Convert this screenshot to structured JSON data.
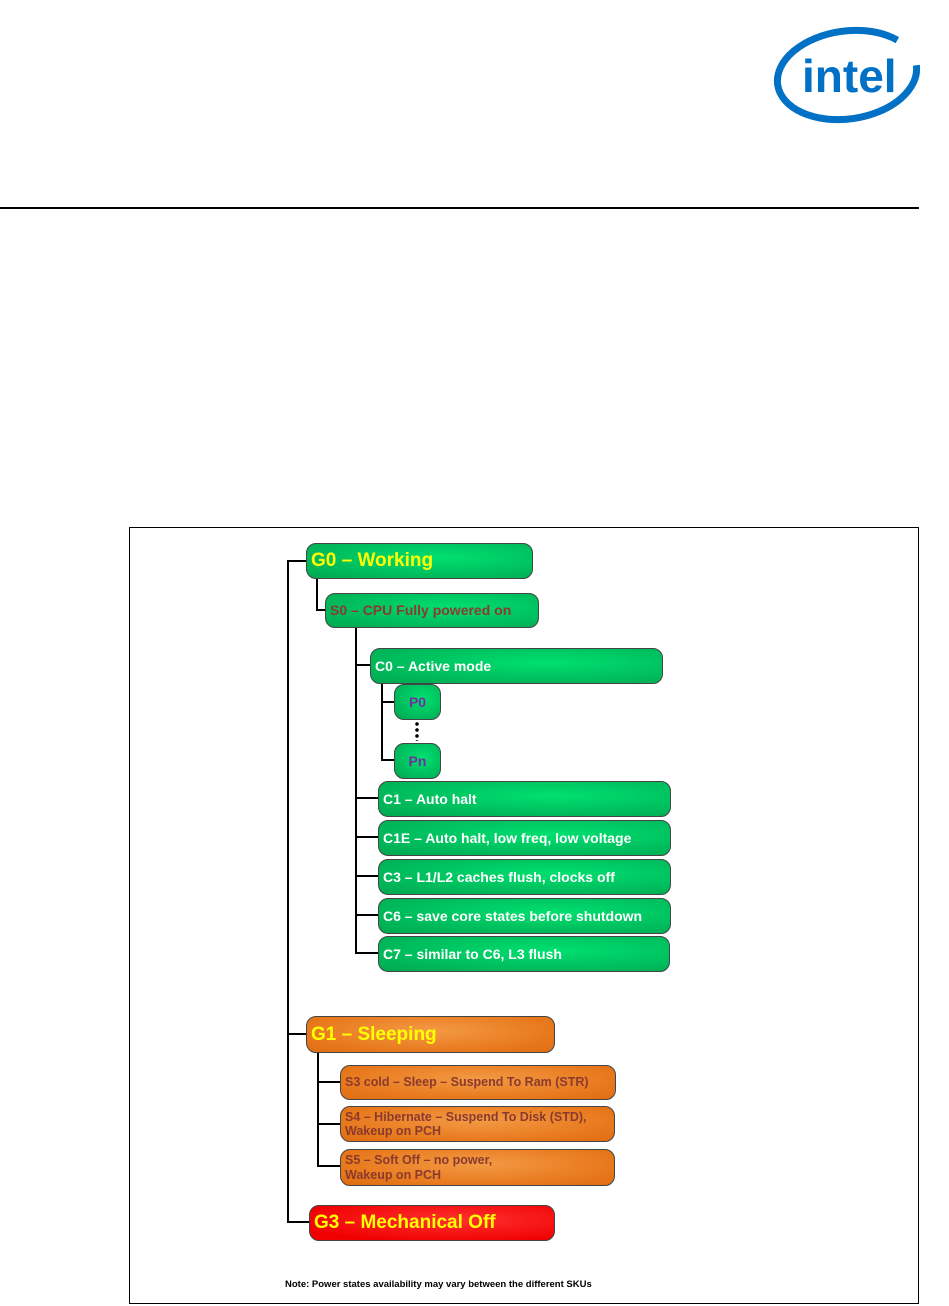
{
  "logo": {
    "text": "intel"
  },
  "diagram": {
    "g0": "G0 – Working",
    "s0": "S0 – CPU Fully powered on",
    "c0": "C0 – Active mode",
    "p0": "P0",
    "pn": "Pn",
    "c1": "C1 – Auto halt",
    "c1e": "C1E – Auto halt, low freq, low voltage",
    "c3": "C3 – L1/L2 caches flush, clocks off",
    "c6": "C6 – save core states before shutdown",
    "c7": "C7 – similar to C6, L3 flush",
    "g1": "G1 – Sleeping",
    "s3": "S3 cold – Sleep – Suspend To Ram (STR)",
    "s4_line1": "S4 – Hibernate – Suspend To Disk (STD),",
    "s4_line2": "Wakeup on PCH",
    "s5_line1": "S5 – Soft Off – no power,",
    "s5_line2": "Wakeup on PCH",
    "g3": "G3 – Mechanical Off",
    "note": "Note: Power states availability may vary between the different SKUs"
  }
}
